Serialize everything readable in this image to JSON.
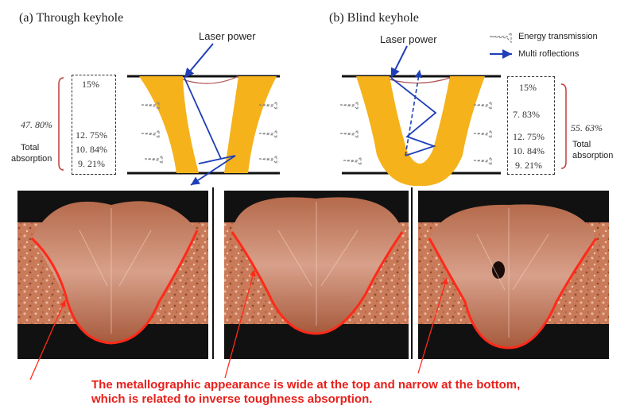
{
  "panel_a": {
    "title": "(a) Through keyhole",
    "laser_label": "Laser power",
    "percentages": [
      "15%",
      "12. 75%",
      "10. 84%",
      "9. 21%"
    ],
    "total_value": "47. 80%",
    "total_label_1": "Total",
    "total_label_2": "absorption"
  },
  "panel_b": {
    "title": "(b) Blind keyhole",
    "laser_label": "Laser power",
    "percentages": [
      "15%",
      "7. 83%",
      "12. 75%",
      "10. 84%",
      "9. 21%"
    ],
    "total_value": "55. 63%",
    "total_label_1": "Total",
    "total_label_2": "absorption"
  },
  "legend": {
    "energy": "Energy transmission",
    "reflections": "Multi roflections"
  },
  "colors": {
    "keyhole_fill": "#f5b21a",
    "arrow_blue": "#1f3fb8",
    "fusion_line": "#ff2a1a",
    "caption_red": "#e8201c"
  },
  "caption": {
    "line1": "The metallographic appearance is wide at the top and narrow at the bottom,",
    "line2": "which is related to inverse toughness absorption."
  }
}
